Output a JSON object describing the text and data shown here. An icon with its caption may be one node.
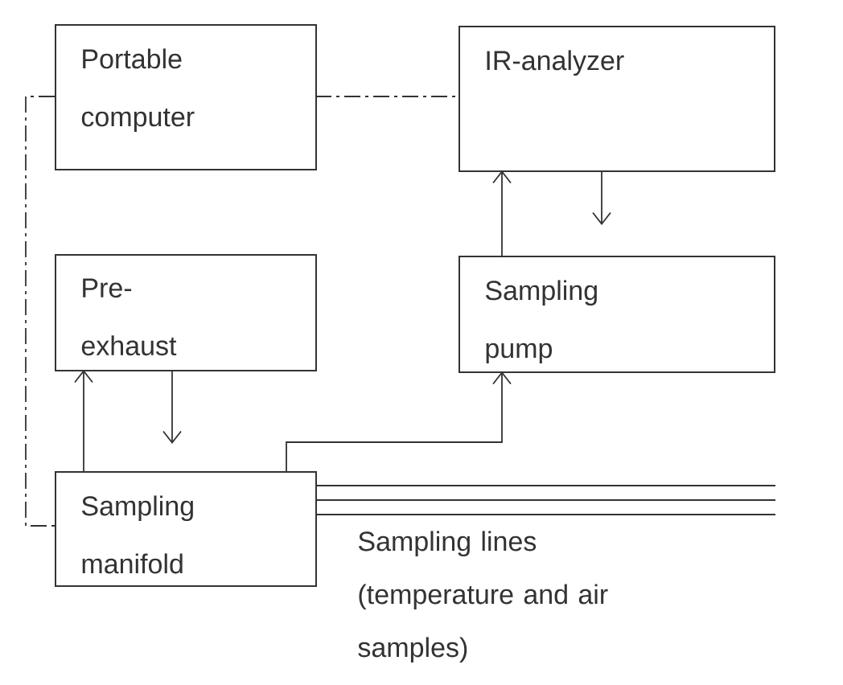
{
  "diagram": {
    "nodes": [
      {
        "text": [
          "Portable computer"
        ]
      },
      {
        "text": [
          "IR-analyzer"
        ]
      },
      {
        "text": [
          "Pre- exhaust"
        ]
      },
      {
        "text": [
          "Sampling pump"
        ]
      },
      {
        "text": [
          "Sampling manifold"
        ]
      }
    ],
    "edges": [
      {
        "from": 0,
        "to": 1,
        "arrow": "none",
        "style": "dashed"
      },
      {
        "from": 0,
        "to": 4,
        "arrow": "none",
        "style": "dashed"
      },
      {
        "from": 3,
        "to": 1,
        "arrow": "to"
      },
      {
        "from": 1,
        "to": 3,
        "arrow": "to"
      },
      {
        "from": 4,
        "to": 2,
        "arrow": "to"
      },
      {
        "from": 2,
        "to": 4,
        "arrow": "to"
      },
      {
        "from": 4,
        "to": 3,
        "arrow": "to"
      },
      {
        "from": 4,
        "to": null,
        "arrow": "none"
      },
      {
        "from": 4,
        "to": null,
        "arrow": "none"
      },
      {
        "from": 4,
        "to": null,
        "arrow": "none"
      }
    ],
    "labels": [
      "Sampling lines (temperature and air samples)"
    ]
  }
}
